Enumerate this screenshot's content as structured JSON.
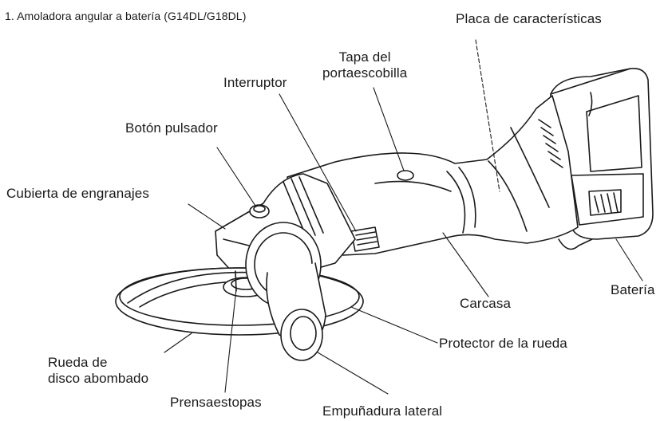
{
  "figure_title": "1. Amoladora angular a batería (G14DL/G18DL)",
  "callouts": {
    "placa": "Placa de características",
    "tapa_line1": "Tapa del",
    "tapa_line2": "portaescobilla",
    "interruptor": "Interruptor",
    "boton": "Botón pulsador",
    "cubierta": "Cubierta de engranajes",
    "carcasa": "Carcasa",
    "bateria": "Batería",
    "protector": "Protector de la rueda",
    "rueda_line1": "Rueda de",
    "rueda_line2": "disco abombado",
    "prensaestopas": "Prensaestopas",
    "empunadura": "Empuñadura lateral"
  },
  "colors": {
    "line": "#1a1a1a",
    "fill": "#ffffff"
  }
}
